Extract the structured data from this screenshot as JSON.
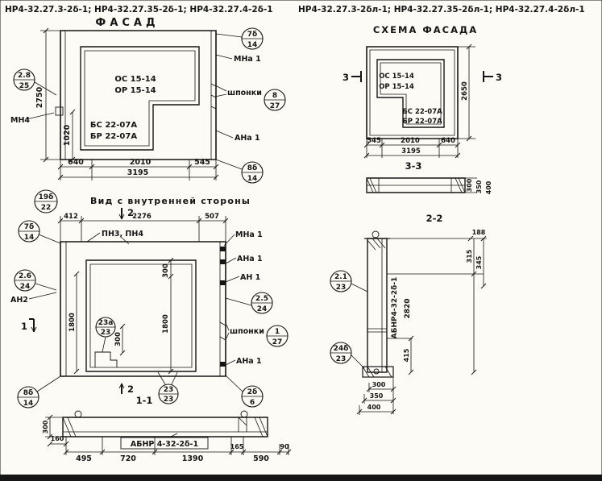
{
  "colors": {
    "ink": "#151515",
    "paper": "#fcfbf5"
  },
  "header_left": {
    "codes": "НР4-32.27.3-2δ-1;  НР4-32.27.35-2δ-1;  НР4-32.27.4-2δ-1",
    "title": "ФАСАД"
  },
  "header_right": {
    "codes": "НР4-32.27.3-2δл-1;  НР4-32.27.35-2δл-1;  НР4-32.27.4-2δл-1",
    "title": "СХЕМА ФАСАДА"
  },
  "facade": {
    "opening_top1": "ОС 15-14",
    "opening_top2": "ОР 15-14",
    "opening_bottom1": "БС 22-07А",
    "opening_bottom2": "БР 22-07А",
    "dim_seg1": "640",
    "dim_seg2": "2010",
    "dim_seg3": "545",
    "dim_total": "3195",
    "dim_height": "2750",
    "dim_door": "1020",
    "callout_top_right": {
      "t": "7δ",
      "b": "14"
    },
    "anchor_top_right": "МНа 1",
    "callout_left": {
      "t": "2.8",
      "b": "25"
    },
    "anchor_left": "МН4",
    "keys_label": "шпонки",
    "callout_keys": {
      "t": "8",
      "b": "27"
    },
    "anchor_right": "АНа 1",
    "callout_bottom_right": {
      "t": "8δ",
      "b": "14"
    }
  },
  "schema": {
    "opening_top1": "ОС 15-14",
    "opening_top2": "ОР 15-14",
    "opening_bottom1": "БС 22-07А",
    "opening_bottom2": "БР 22-07А",
    "dim_seg1": "545",
    "dim_seg2": "2010",
    "dim_seg3": "640",
    "dim_total": "3195",
    "dim_height": "2650",
    "section_mark": "3"
  },
  "section33": {
    "title": "3-3",
    "dims": [
      "300",
      "350",
      "400"
    ]
  },
  "inner": {
    "callout_title": {
      "t": "19δ",
      "b": "22"
    },
    "title": "Вид с внутренней стороны",
    "dim_seg1": "412",
    "dim_seg2": "2276",
    "dim_seg3": "507",
    "lintel_label": "ПН3, ПН4",
    "callout_left_top": {
      "t": "7δ",
      "b": "14"
    },
    "callout_left_mid": {
      "t": "2.6",
      "b": "24"
    },
    "anchor_left": "АН2",
    "anchor_right_top": "МНа 1",
    "anchor_right_2": "АНа 1",
    "anchor_right_3": "АН 1",
    "callout_right_mid": {
      "t": "2.5",
      "b": "24"
    },
    "keys_label": "шпонки",
    "callout_keys": {
      "t": "1",
      "b": "27"
    },
    "anchor_right_bottom": "АНа 1",
    "dim_300_top": "300",
    "dim_1800_right": "1800",
    "dim_1800_left": "1800",
    "dim_300_step": "300",
    "callout_step": {
      "t": "23а",
      "b": "23"
    },
    "callout_bottom_left": {
      "t": "8δ",
      "b": "14"
    },
    "callout_bottom_mid": {
      "t": "23",
      "b": "23"
    },
    "callout_bottom_right": {
      "t": "2δ",
      "b": "6"
    },
    "section_mark_1": "1",
    "section_mark_2": "2",
    "section_title": "1-1"
  },
  "section11": {
    "component_label": "АБНР 4-32-2δ-1",
    "dim_thickness": "300",
    "dim_160": "160",
    "dim_495": "495",
    "dim_720": "720",
    "dim_1390": "1390",
    "dim_165": "165",
    "dim_590": "590",
    "dim_90": "90"
  },
  "section22": {
    "title": "2-2",
    "component_label": "АБНР4-32-2δ-1",
    "dim_188": "188",
    "dim_315": "315",
    "dim_345": "345",
    "dim_height": "2820",
    "dim_415": "415",
    "callout_top": {
      "t": "2.1",
      "b": "23"
    },
    "callout_bottom": {
      "t": "24δ",
      "b": "23"
    },
    "dim_300": "300",
    "dim_350": "350",
    "dim_400": "400"
  }
}
